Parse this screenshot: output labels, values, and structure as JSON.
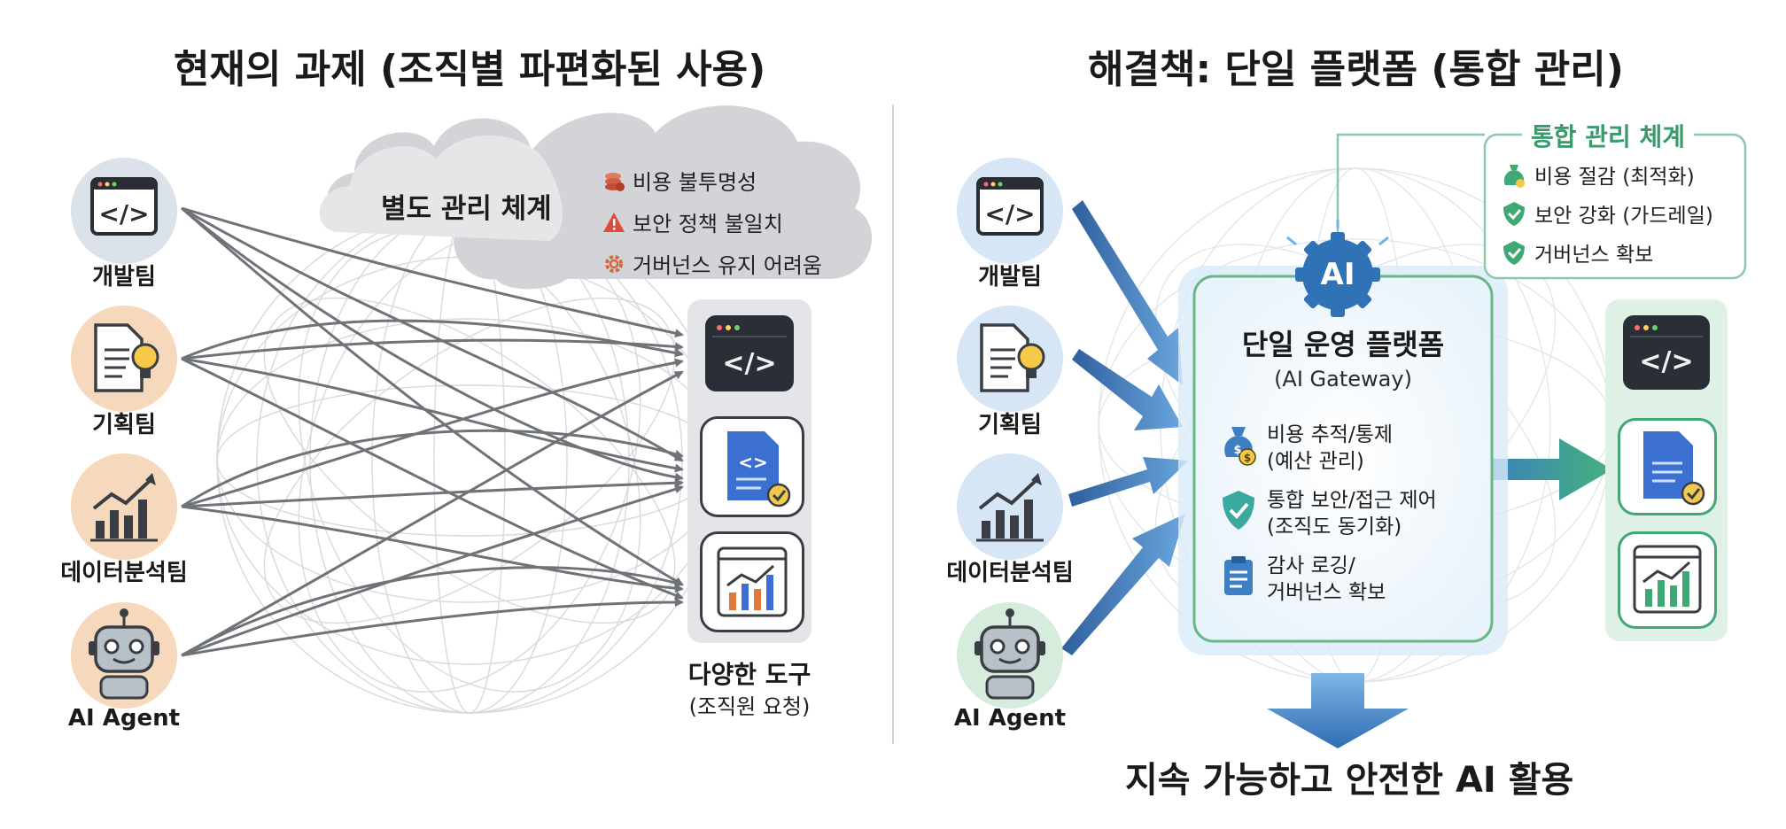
{
  "left": {
    "title": "현재의 과제 (조직별 파편화된 사용)",
    "teams": [
      "개발팀",
      "기획팀",
      "데이터분석팀",
      "AI Agent"
    ],
    "cloud": {
      "label": "별도 관리 체계",
      "issues": [
        "비용 불투명성",
        "보안 정책 불일치",
        "거버넌스 유지 어려움"
      ]
    },
    "tools": {
      "label": "다양한 도구",
      "sublabel": "(조직원 요청)"
    }
  },
  "right": {
    "title": "해결책: 단일 플랫폼 (통합 관리)",
    "teams": [
      "개발팀",
      "기획팀",
      "데이터분석팀",
      "AI Agent"
    ],
    "ai_badge": "AI",
    "gateway": {
      "title": "단일 운영 플랫폼",
      "subtitle": "(AI Gateway)",
      "items": [
        {
          "line1": "비용 추적/통제",
          "line2": "(예산 관리)"
        },
        {
          "line1": "통합 보안/접근 제어",
          "line2": "(조직도 동기화)"
        },
        {
          "line1": "감사 로깅/",
          "line2": "거버넌스 확보"
        }
      ]
    },
    "governance": {
      "title": "통합 관리 체계",
      "items": [
        "비용 절감 (최적화)",
        "보안 강화 (가드레일)",
        "거버넌스 확보"
      ]
    },
    "bottom_text": "지속 가능하고 안전한 AI 활용"
  },
  "colors": {
    "accent_blue": "#3b78c2",
    "accent_green": "#3fae7c",
    "orange_circle": "#f6d9bd",
    "blue_circle": "#d7e6f5",
    "green_circle": "#d6ecdd",
    "tool_panel_gray": "#e6e7e9",
    "tool_panel_green": "#dff0e4"
  },
  "icons": [
    "code-window-icon",
    "document-lightbulb-icon",
    "bar-chart-icon",
    "robot-icon",
    "coins-icon",
    "warning-icon",
    "gear-icon",
    "money-bag-icon",
    "shield-check-icon",
    "clipboard-icon"
  ]
}
